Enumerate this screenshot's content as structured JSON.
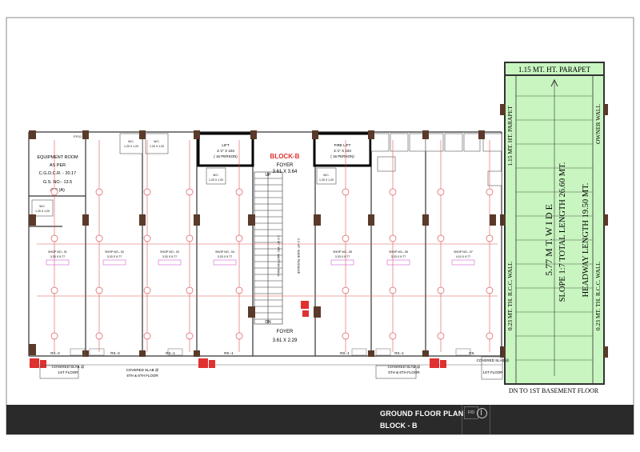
{
  "title_block": {
    "title": "GROUND FLOOR PLAN",
    "subtitle": "BLOCK - B",
    "box_label": "F/D"
  },
  "ramp": {
    "parapet": "1.15 MT. HT. PARAPET",
    "parapet_side": "1.15 MT. HT. PARAPET",
    "width": "5.77 M T.  W I D E",
    "slope": "SLOPE 1:7 TOTAL LENGTH  26.60 MT.",
    "headway": "HEADWAY LENGTH  19.50 MT.",
    "rcc_wall_left": "0.23 MT. TH. R.C.C. WALL",
    "rcc_wall_right": "0.23 MT. TH. R.C.C. WALL",
    "owner_wall": "OWNER WALL",
    "down": "DN TO 1ST BASEMENT FLOOR"
  },
  "core": {
    "block": "BLOCK-B",
    "foyer_top": "FOYER",
    "foyer_top_dim": "3.61 X 3.64",
    "foyer_bottom": "FOYER",
    "foyer_bottom_dim": "3.61 X 2.29",
    "lift": "LIFT",
    "lift_dim": "3.'1\" X 104",
    "lift_cap": "( 16 PERSON)",
    "fire_lift": "FIRE LIFT",
    "fire_lift_dim": "3.'1\" X 104",
    "fire_lift_cap": "( 16 PERSON)",
    "up": "UP",
    "dn": "DN",
    "stair_note": "1.5 MT. WD. WAITING WALL",
    "passage_note": "2.3 MT. WIDE PASSAGE"
  },
  "equipment": {
    "line1": "EQUIPMENT ROOM",
    "line2": "AS PER",
    "line3": "C.G.D.C.R. - 20.17",
    "line4": "G.S. NO.- 13.5",
    "line5": "(IV) (A)",
    "fire": "F.R.D"
  },
  "shops": [
    {
      "label": "SHOP NO.- 01",
      "dim": "3.33 X 9.77"
    },
    {
      "label": "SHOP NO.- 02",
      "dim": "3.33 X 9.77"
    },
    {
      "label": "SHOP NO.- 03",
      "dim": "3.33 X 9.77"
    },
    {
      "label": "SHOP NO.- 04",
      "dim": "3.33 X 9.77"
    },
    {
      "label": "SHOP NO.- 05",
      "dim": "3.33 X 9.77"
    },
    {
      "label": "SHOP NO.- 06",
      "dim": "3.33 X 9.77"
    },
    {
      "label": "SHOP NO.- 07",
      "dim": "4.10 X 9.77"
    }
  ],
  "wc": {
    "label": "W.C.",
    "dim": "1.20 X 1.20"
  },
  "rs": [
    "RS.-2",
    "RS.-2",
    "RS.-1",
    "RS.-1",
    "RS.-1",
    "RS.-1",
    "RS."
  ],
  "covered_slabs": [
    {
      "l1": "COVERED SLAB @",
      "l2": "1ST FLOOR"
    },
    {
      "l1": "COVERED SLAB @",
      "l2": "5TH & 6TH FLOOR"
    },
    {
      "l1": "COVERED SLAB @",
      "l2": "5TH & 6TH FLOOR"
    },
    {
      "l1": "COVERED SLAB @",
      "l2": "1ST FLOOR"
    }
  ],
  "colors": {
    "ramp_fill": "#c8f5c0",
    "wall": "#333333",
    "column": "#5a3a2a",
    "grid_red": "#e05555",
    "hatch_red": "#e03030",
    "title_bar": "#2a2a2a"
  }
}
